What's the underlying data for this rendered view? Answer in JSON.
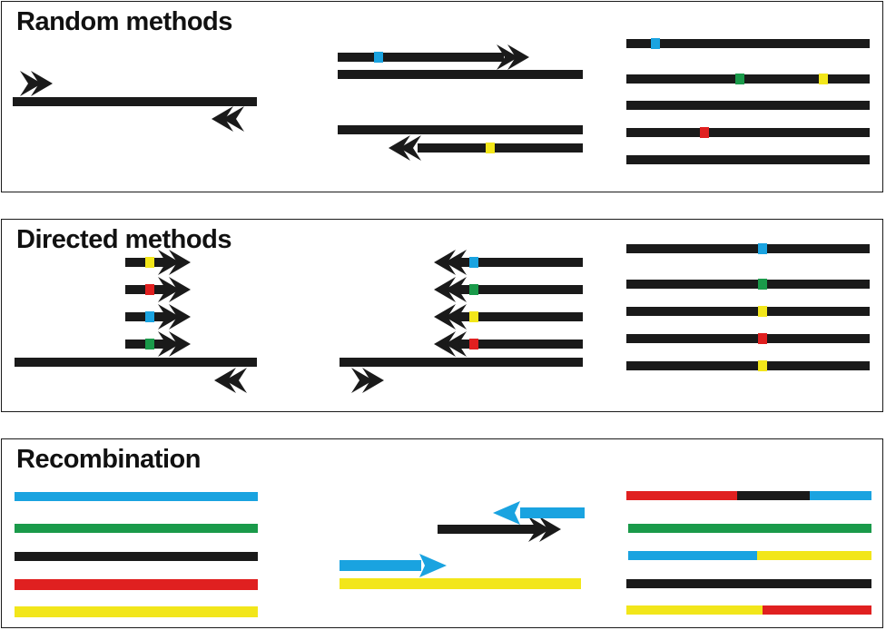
{
  "panels": {
    "random": {
      "title": "Random methods"
    },
    "directed": {
      "title": "Directed methods"
    },
    "recombination": {
      "title": "Recombination"
    }
  },
  "colors": {
    "strand": "#1a1a1a",
    "blue": "#1aa3e0",
    "green": "#1a9a4a",
    "yellow": "#f2e61a",
    "red": "#e02020",
    "frame": "#1a1a1a"
  }
}
